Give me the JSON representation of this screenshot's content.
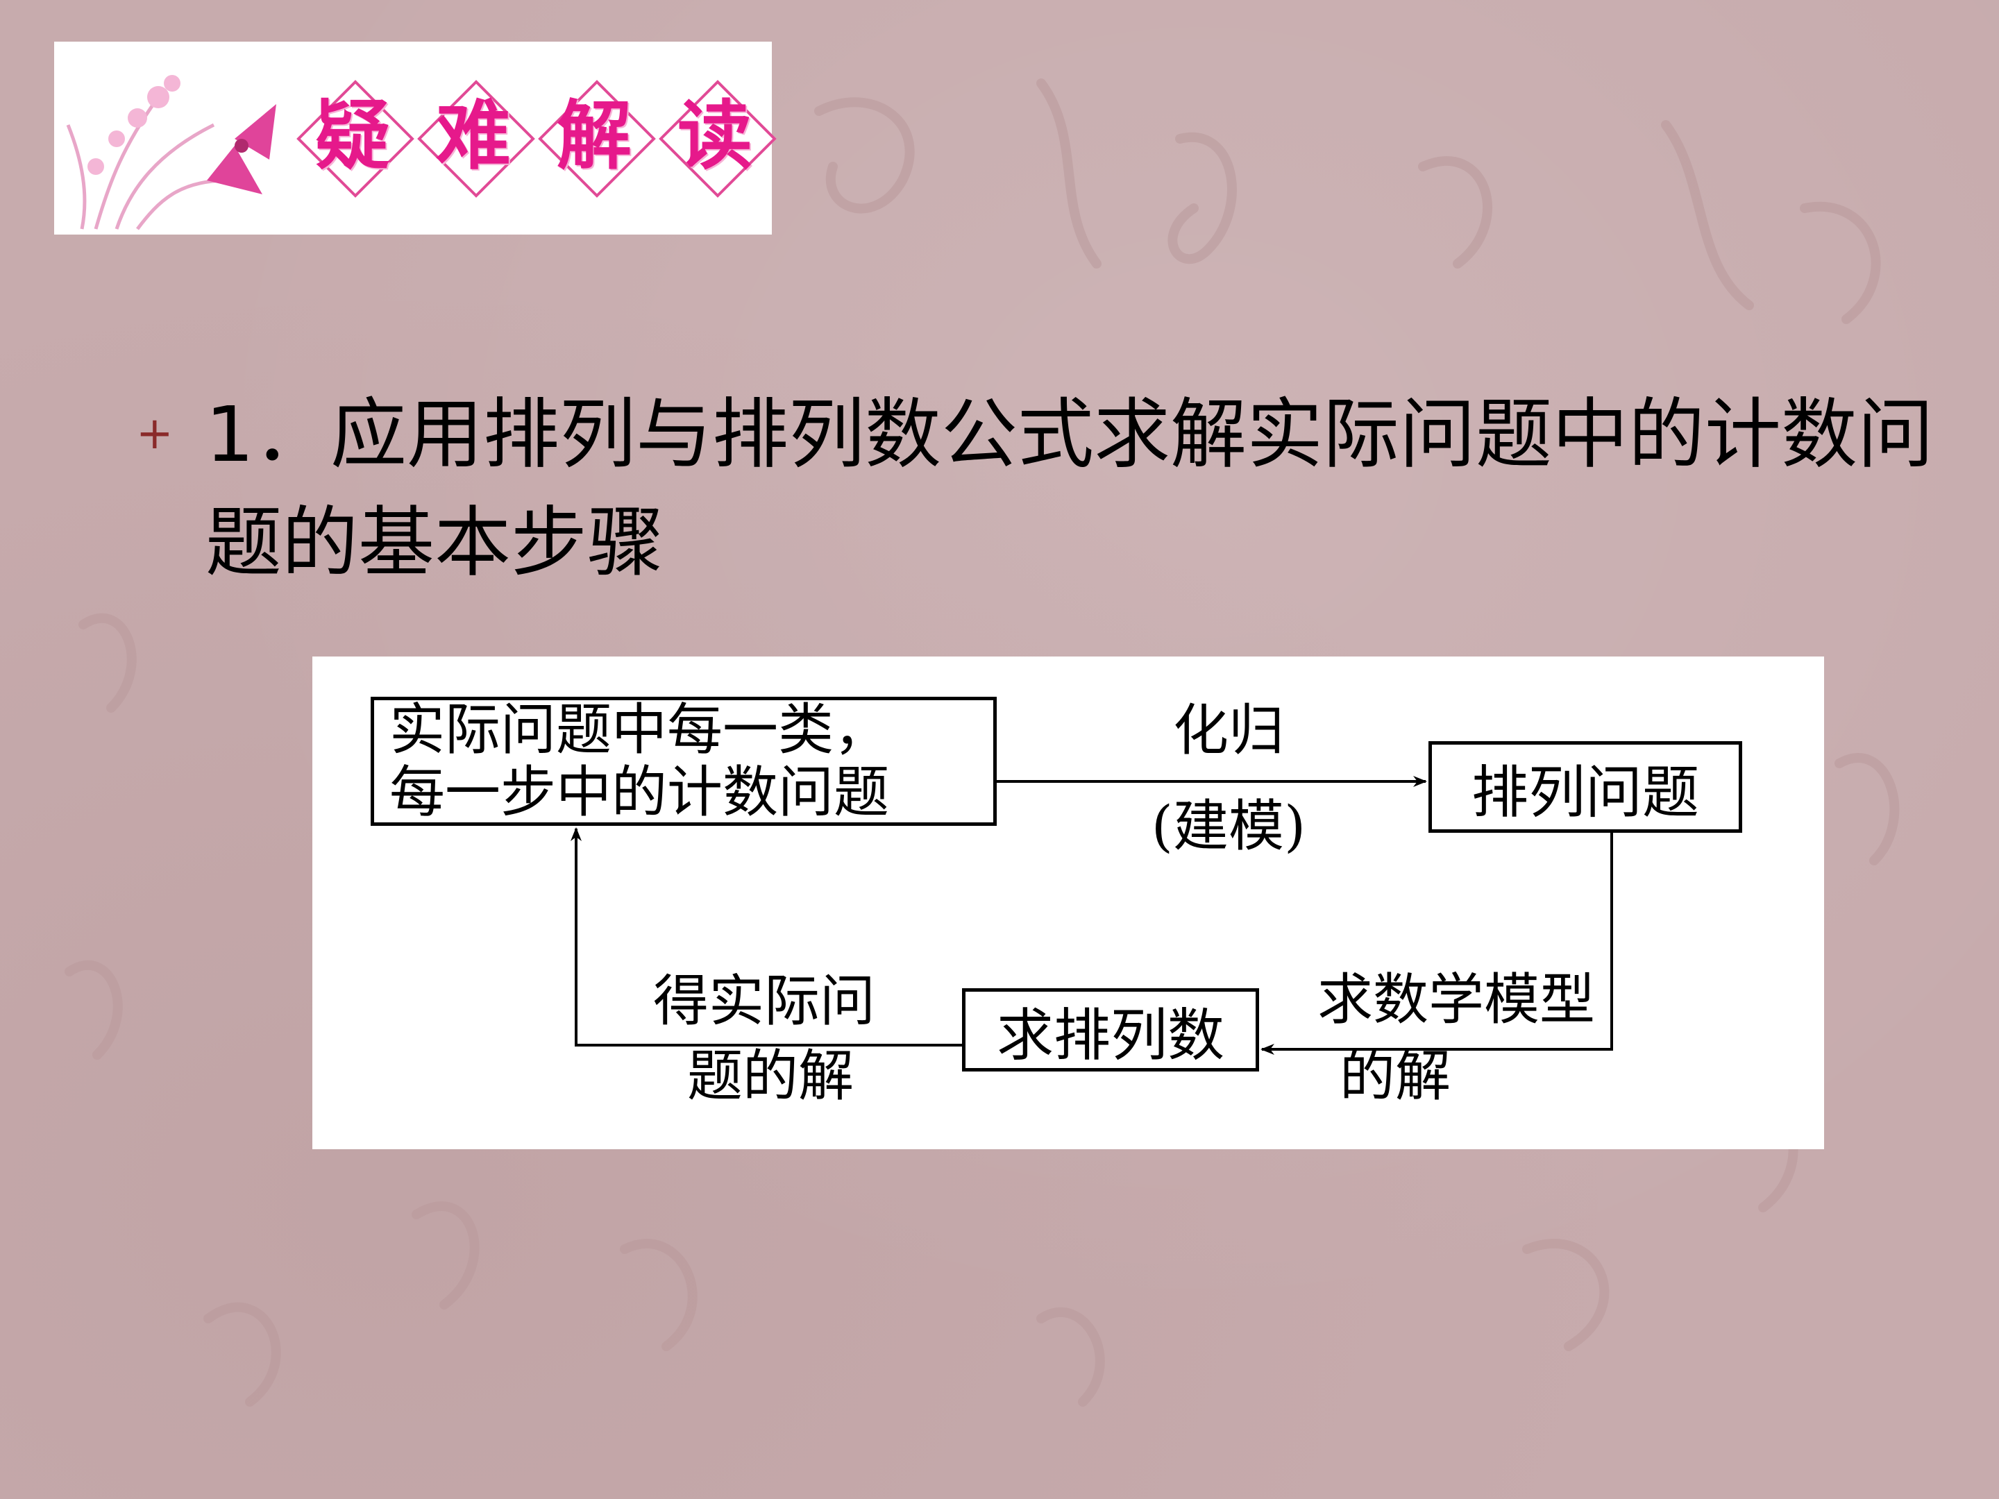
{
  "banner": {
    "title_chars": [
      "疑",
      "难",
      "解",
      "读"
    ]
  },
  "bullet": {
    "marker": "+",
    "text": "1．应用排列与排列数公式求解实际问题中的计数问题的基本步骤"
  },
  "diagram": {
    "box_actual_line1": "实际问题中每一类，",
    "box_actual_line2": "每一步中的计数问题",
    "box_perm": "排列问题",
    "box_count": "求排列数",
    "label_reduce": "化归",
    "label_model": "(建模)",
    "label_solve_line1": "求数学模型",
    "label_solve_line2": "的解",
    "label_get_line1": "得实际问",
    "label_get_line2": "题的解"
  },
  "colors": {
    "background": "#c7abad",
    "banner_title": "#e6198b",
    "bullet_marker": "#8a2a2a"
  }
}
